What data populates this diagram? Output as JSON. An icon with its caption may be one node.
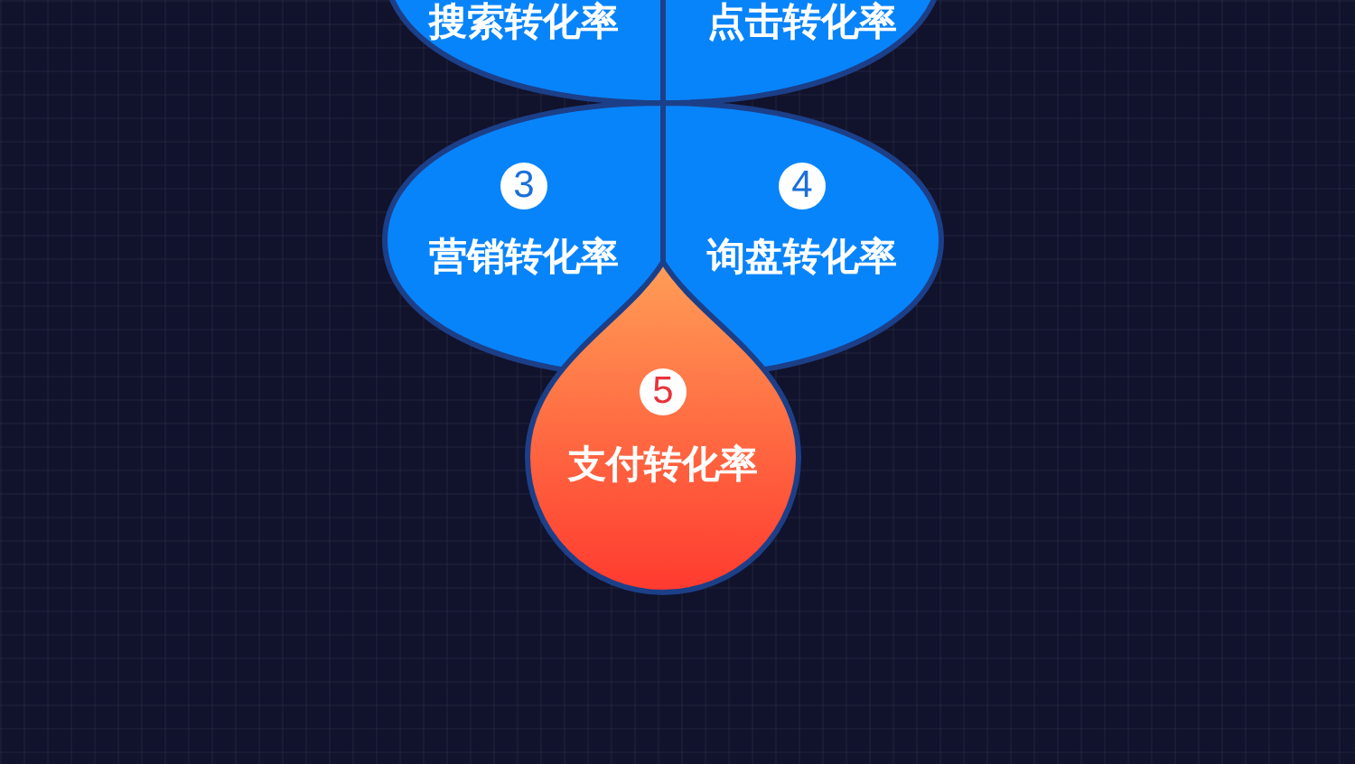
{
  "diagram": {
    "nodes": [
      {
        "text": [
          "搜索转化率"
        ]
      },
      {
        "text": [
          "点击转化率"
        ]
      },
      {
        "text": [
          "3",
          "营销转化率"
        ]
      },
      {
        "text": [
          "4",
          "询盘转化率"
        ]
      },
      {
        "text": [
          "5",
          "支付转化率"
        ]
      }
    ]
  }
}
